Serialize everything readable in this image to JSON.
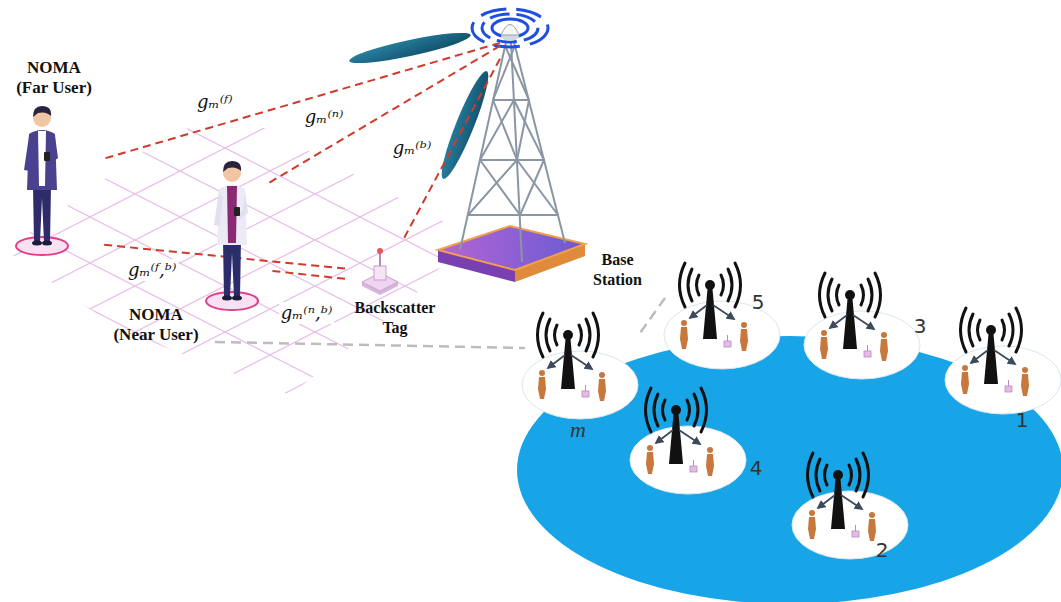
{
  "diagram": {
    "nodes": [
      {
        "text": [
          "NOMA (Far User)"
        ]
      },
      {
        "text": [
          "NOMA (Near User)"
        ]
      },
      {
        "text": [
          "Backscatter Tag"
        ]
      },
      {
        "text": [
          "Base Station"
        ]
      }
    ],
    "edges": [
      {
        "from": 3,
        "to": 0,
        "arrow": "none",
        "label": "gₘ⁽ᶠ⁾"
      },
      {
        "from": 3,
        "to": 1,
        "arrow": "none",
        "label": "gₘ⁽ⁿ⁾"
      },
      {
        "from": 3,
        "to": 2,
        "arrow": "none",
        "label": "gₘ⁽ᵇ⁾"
      },
      {
        "from": 2,
        "to": 0,
        "arrow": "none",
        "label": "gₘ⁽ᶠ,ᵇ⁾"
      },
      {
        "from": 2,
        "to": 1,
        "arrow": "none",
        "label": "gₘ⁽ⁿ,ᵇ⁾"
      }
    ],
    "labels": [
      "5",
      "3",
      "1",
      "4",
      "2",
      "m"
    ]
  }
}
